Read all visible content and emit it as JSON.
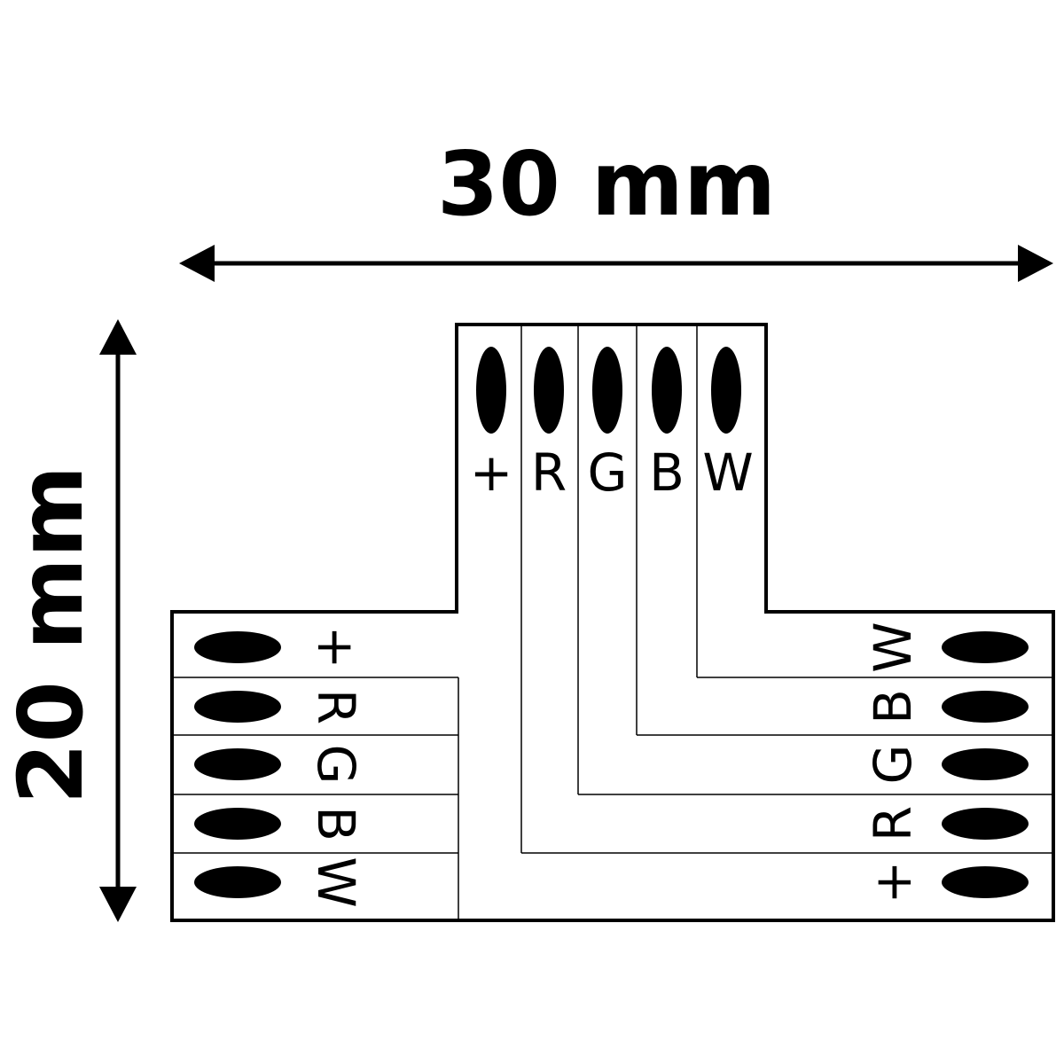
{
  "dimensions": {
    "width_label": "30 mm",
    "height_label": "20 mm"
  },
  "top_pins": [
    "+",
    "R",
    "G",
    "B",
    "W"
  ],
  "left_pins": [
    "+",
    "R",
    "G",
    "B",
    "W"
  ],
  "right_pins": [
    "W",
    "B",
    "G",
    "R",
    "+"
  ]
}
